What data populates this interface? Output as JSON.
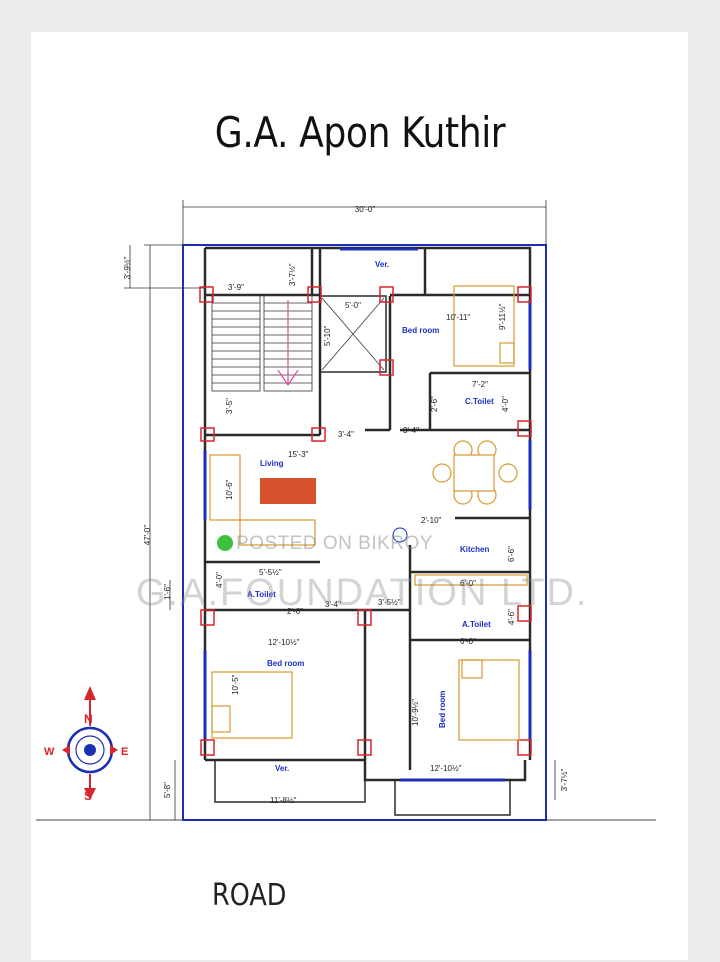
{
  "title": "G.A. Apon Kuthir",
  "road_label": "ROAD",
  "watermark_top": "POSTED ON BIKROY",
  "watermark_main": "G.A.FOUNDATION LTD.",
  "compass": {
    "n": "N",
    "s": "S",
    "e": "E",
    "w": "W"
  },
  "rooms": {
    "ver_top": "Ver.",
    "bed_top": "Bed room",
    "c_toilet": "C.Toilet",
    "living": "Living",
    "kitchen": "Kitchen",
    "a_toilet_left": "A.Toilet",
    "a_toilet_right": "A.Toilet",
    "bed_left": "Bed room",
    "bed_right": "Bed room",
    "ver_bottom": "Ver."
  },
  "dims": {
    "width_total": "30'-0\"",
    "height_total": "47'-0\"",
    "top_margin": "3'-9½\"",
    "stair_w": "3'-9\"",
    "stair_h": "3'-7½\"",
    "lift_w": "5'-0\"",
    "lift_h": "5'-10\"",
    "bed_top_w": "10'-11\"",
    "bed_top_h": "9'-11½\"",
    "ctoilet_w": "7'-2\"",
    "ctoilet_h": "4'-0\"",
    "ctoilet_v": "2'-6\"",
    "stair_lower": "3'-5\"",
    "pass_a": "3'-4\"",
    "pass_b": "3'-4\"",
    "living_w": "15'-3\"",
    "living_h": "10'-6\"",
    "kitchen_w": "2'-10\"",
    "kitchen_h": "6'-6\"",
    "toilet_left_w": "5'-5½\"",
    "toilet_left_h": "4'-0\"",
    "left_margin": "1'-6\"",
    "toilet_right_w": "6'-0\"",
    "toilet_right_h": "4'-6\"",
    "door_a": "2'-6\"",
    "door_b": "3'-4\"",
    "door_c": "3'-5½\"",
    "bed_left_w": "12'-10½\"",
    "bed_left_h": "10'-5\"",
    "toilet_right_w2": "6'-0\"",
    "bed_right_h": "10'-9½\"",
    "bed_right_w": "12'-10½\"",
    "ver_bottom_w": "11'-8½\"",
    "bottom_left": "5'-8\"",
    "bottom_right": "3'-7½\""
  },
  "colors": {
    "wall": "#2a2a2a",
    "border": "#1b2fb5",
    "column": "#d8242c",
    "furniture": "#d79a2e",
    "label_blue": "#1a2fc8",
    "stair_arrow": "#e04aa8",
    "table": "#d5512b",
    "plant": "#3cc23c"
  }
}
